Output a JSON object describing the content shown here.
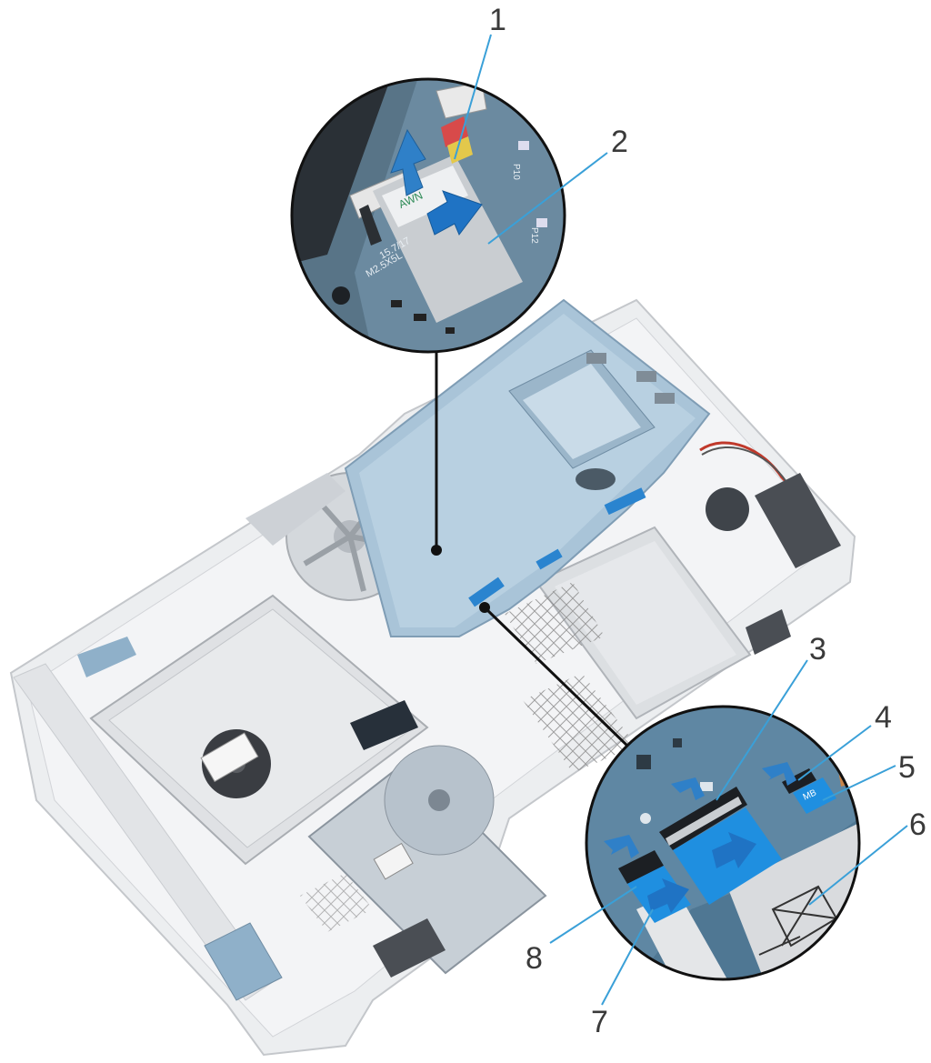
{
  "callouts": [
    {
      "id": "1",
      "label": "1"
    },
    {
      "id": "2",
      "label": "2"
    },
    {
      "id": "3",
      "label": "3"
    },
    {
      "id": "4",
      "label": "4"
    },
    {
      "id": "5",
      "label": "5"
    },
    {
      "id": "6",
      "label": "6"
    },
    {
      "id": "7",
      "label": "7"
    },
    {
      "id": "8",
      "label": "8"
    }
  ],
  "zoom_top": {
    "cable_text": "AWN",
    "board_marks": [
      "P10",
      "P12",
      "M2.5X5L",
      "15.7/17"
    ]
  },
  "zoom_bottom": {
    "cable_text": "MB"
  },
  "colors": {
    "callout_line": "#3aa0d8",
    "arrow": "#1e73be",
    "board": "#8fb3cf",
    "cable_blue": "#1f8fe0",
    "chassis": "#e9eaec"
  }
}
